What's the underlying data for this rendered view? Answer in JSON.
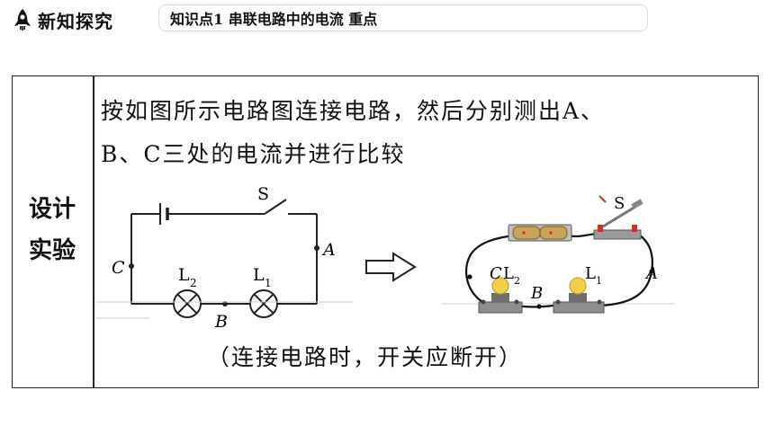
{
  "header": {
    "section_title": "新知探究",
    "topic": "知识点1  串联电路中的电流  重点"
  },
  "table": {
    "row_label_line1": "设计",
    "row_label_line2": "实验",
    "description_line1": "按如图所示电路图连接电路，然后分别测出A、",
    "description_line2": "B、C三处的电流并进行比较",
    "note": "（连接电路时，开关应断开）"
  },
  "diagram": {
    "switch_label": "S",
    "point_a": "A",
    "point_b": "B",
    "point_c": "C",
    "lamp1": "L",
    "lamp1_sub": "1",
    "lamp2": "L",
    "lamp2_sub": "2"
  },
  "photo": {
    "switch_label": "S",
    "point_a": "A",
    "point_b": "B",
    "point_c": "C",
    "lamp1": "L",
    "lamp1_sub": "1",
    "lamp2": "L",
    "lamp2_sub": "2"
  },
  "colors": {
    "accent_red": "#d62b2b",
    "line": "#222222",
    "battery": "#c9a45c"
  }
}
